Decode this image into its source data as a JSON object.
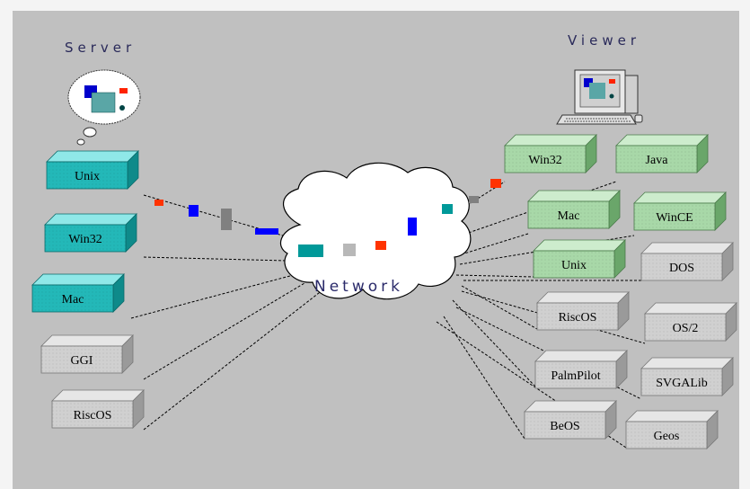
{
  "titles": {
    "server": "Server",
    "viewer": "Viewer",
    "network": "Network"
  },
  "colors": {
    "background": "#c0c0c0",
    "page": "#f4f4f4",
    "cyan_box": "#23b8b8",
    "green_box": "#a8d8a8",
    "gray_box": "#d0d0d0",
    "packet_red": "#ff3300",
    "packet_blue": "#0000ff",
    "packet_gray": "#808080",
    "packet_teal": "#009999"
  },
  "server": {
    "items": [
      {
        "label": "Unix",
        "style": "cyan"
      },
      {
        "label": "Win32",
        "style": "cyan"
      },
      {
        "label": "Mac",
        "style": "cyan"
      },
      {
        "label": "GGI",
        "style": "gray"
      },
      {
        "label": "RiscOS",
        "style": "gray"
      }
    ]
  },
  "viewer": {
    "items": [
      {
        "label": "Win32",
        "style": "green"
      },
      {
        "label": "Java",
        "style": "green"
      },
      {
        "label": "Mac",
        "style": "green"
      },
      {
        "label": "WinCE",
        "style": "green"
      },
      {
        "label": "Unix",
        "style": "green"
      },
      {
        "label": "DOS",
        "style": "gray"
      },
      {
        "label": "RiscOS",
        "style": "gray"
      },
      {
        "label": "OS/2",
        "style": "gray"
      },
      {
        "label": "PalmPilot",
        "style": "gray"
      },
      {
        "label": "SVGALib",
        "style": "gray"
      },
      {
        "label": "BeOS",
        "style": "gray"
      },
      {
        "label": "Geos",
        "style": "gray"
      }
    ]
  },
  "icons": {
    "server_icon": "thought-bubble-screen-icon",
    "viewer_icon": "computer-terminal-icon",
    "network_icon": "cloud-icon"
  }
}
